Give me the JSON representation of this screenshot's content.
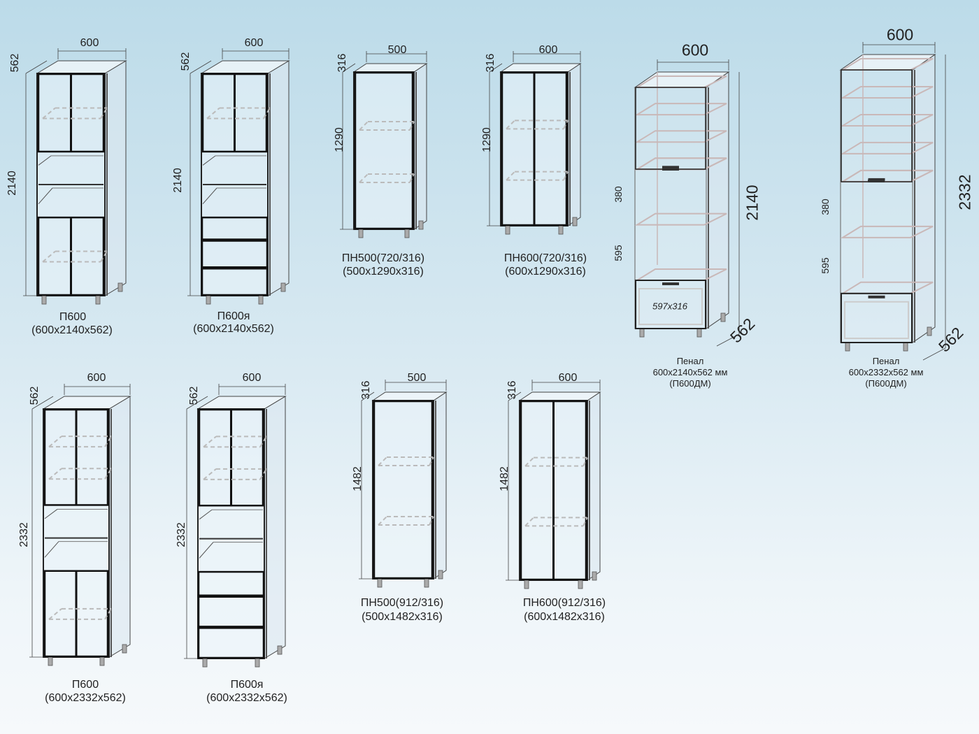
{
  "cabinets": [
    {
      "name": "П600",
      "size": "(600x2140x562)",
      "width": "600",
      "depth": "562",
      "height": "2140"
    },
    {
      "name": "П600я",
      "size": "(600x2140x562)",
      "width": "600",
      "depth": "562",
      "height": "2140"
    },
    {
      "name": "ПН500(720/316)",
      "size": "(500x1290x316)",
      "width": "500",
      "depth": "316",
      "height": "1290"
    },
    {
      "name": "ПН600(720/316)",
      "size": "(600x1290x316)",
      "width": "600",
      "depth": "316",
      "height": "1290"
    },
    {
      "name": "Пенал",
      "size": "600x2140x562 мм",
      "code": "(П600ДМ)",
      "width": "600",
      "depth": "562",
      "height": "2140",
      "niche": "380",
      "lower": "595",
      "drawer": "597x316"
    },
    {
      "name": "Пенал",
      "size": "600x2332x562 мм",
      "code": "(П600ДМ)",
      "width": "600",
      "depth": "562",
      "height": "2332",
      "niche": "380",
      "lower": "595"
    },
    {
      "name": "П600",
      "size": "(600x2332x562)",
      "width": "600",
      "depth": "562",
      "height": "2332"
    },
    {
      "name": "П600я",
      "size": "(600x2332x562)",
      "width": "600",
      "depth": "562",
      "height": "2332"
    },
    {
      "name": "ПН500(912/316)",
      "size": "(500x1482x316)",
      "width": "500",
      "depth": "316",
      "height": "1482"
    },
    {
      "name": "ПН600(912/316)",
      "size": "(600x1482x316)",
      "width": "600",
      "depth": "316",
      "height": "1482"
    }
  ]
}
